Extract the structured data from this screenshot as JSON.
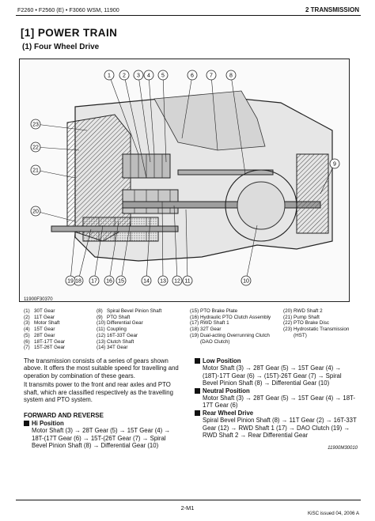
{
  "header": {
    "models": "F2260 • F2560 (E) • F3060 WSM, 11900",
    "chapter": "2 TRANSMISSION"
  },
  "section_title": "[1] POWER TRAIN",
  "subsection_title": "(1) Four Wheel Drive",
  "figure": {
    "code": "11900F30370",
    "callouts": [
      "1",
      "2",
      "3",
      "4",
      "5",
      "6",
      "7",
      "8",
      "9",
      "10",
      "11",
      "12",
      "13",
      "14",
      "15",
      "16",
      "17",
      "18",
      "19",
      "20",
      "21",
      "22",
      "23"
    ]
  },
  "legend": [
    [
      {
        "n": "(1)",
        "t": "30T Gear"
      },
      {
        "n": "(2)",
        "t": "11T Gear"
      },
      {
        "n": "(3)",
        "t": "Motor Shaft"
      },
      {
        "n": "(4)",
        "t": "15T Gear"
      },
      {
        "n": "(5)",
        "t": "28T Gear"
      },
      {
        "n": "(6)",
        "t": "18T-17T Gear"
      },
      {
        "n": "(7)",
        "t": "15T-26T Gear"
      }
    ],
    [
      {
        "n": "(8)",
        "t": "Spiral Bevel Pinion Shaft"
      },
      {
        "n": "(9)",
        "t": "PTO Shaft"
      },
      {
        "n": "(10)",
        "t": "Differential Gear"
      },
      {
        "n": "(11)",
        "t": "Coupling"
      },
      {
        "n": "(12)",
        "t": "16T-33T Gear"
      },
      {
        "n": "(13)",
        "t": "Clutch Shaft"
      },
      {
        "n": "(14)",
        "t": "34T Gear"
      }
    ],
    [
      {
        "n": "(15)",
        "t": "PTO Brake Plate"
      },
      {
        "n": "(16)",
        "t": "Hydraulic PTO Clutch Assembly"
      },
      {
        "n": "(17)",
        "t": "RWD Shaft 1"
      },
      {
        "n": "(18)",
        "t": "32T Gear"
      },
      {
        "n": "(19)",
        "t": "Dual-acting Overrunning Clutch (DAO Clutch)"
      }
    ],
    [
      {
        "n": "(20)",
        "t": "RWD Shaft 2"
      },
      {
        "n": "(21)",
        "t": "Pump Shaft"
      },
      {
        "n": "(22)",
        "t": "PTO Brake Disc"
      },
      {
        "n": "(23)",
        "t": "Hydrostatic Transmission (HST)"
      }
    ]
  ],
  "left_col": {
    "intro_1": "The transmission consists of a series of gears shown above. It offers the most suitable speed for travelling and operation by combination of these gears.",
    "intro_2": "It transmits power to the front and rear axles and PTO shaft, which are classified respectively as the travelling system and PTO system.",
    "heading": "FORWARD AND REVERSE",
    "hi_label": "Hi Position",
    "hi_text": "Motor Shaft (3) → 28T Gear (5) → 15T Gear (4) → 18T-(17T Gear (6) → 15T-(26T Gear (7) → Spiral Bevel Pinion Shaft (8) → Differential Gear (10)"
  },
  "right_col": {
    "low_label": "Low Position",
    "low_text": "Motor Shaft (3) → 28T Gear (5) → 15T Gear (4) → (18T)-17T Gear (6) → (15T)-26T Gear (7) → Spiral Bevel Pinion Shaft (8) → Differential Gear (10)",
    "neutral_label": "Neutral Position",
    "neutral_text": "Motor Shaft (3) → 28T Gear (5) → 15T Gear (4) → 18T-17T Gear (6)",
    "rwd_label": "Rear Wheel Drive",
    "rwd_text": "Spiral Bevel Pinion Shaft (8) → 11T Gear (2) → 16T-33T Gear (12) → RWD Shaft 1 (17) → DAO Clutch (19) → RWD Shaft 2 → Rear Differential Gear",
    "ref_code": "11900M30010"
  },
  "footer": {
    "page": "2-M1",
    "issued": "KiSC issued 04, 2006 A"
  }
}
